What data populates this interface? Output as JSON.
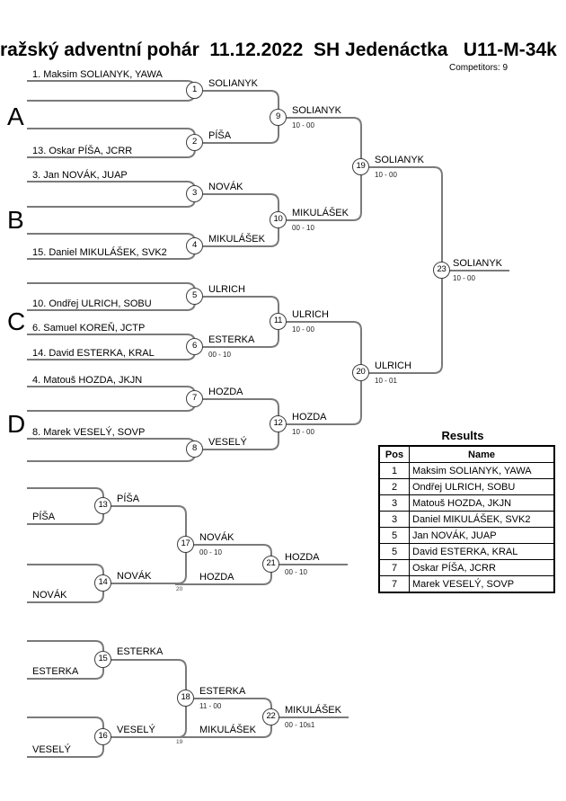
{
  "header": {
    "title": "ražský adventní pohár  11.12.2022  SH Jedenáctka   U11-M-34k",
    "competitors_label": "Competitors: 9"
  },
  "groups": {
    "a": "A",
    "b": "B",
    "c": "C",
    "d": "D"
  },
  "bracket": {
    "seeds": [
      "1. Maksim SOLIANYK, YAWA",
      "13. Oskar PÍŠA, JCRR",
      "3. Jan NOVÁK, JUAP",
      "15. Daniel MIKULÁŠEK, SVK2",
      "10. Ondřej ULRICH, SOBU",
      "6. Samuel KOREŇ, JCTP",
      "14. David ESTERKA, KRAL",
      "4. Matouš HOZDA, JKJN",
      "8. Marek VESELÝ, SOVP"
    ],
    "matches": {
      "m1": {
        "no": "1",
        "winner": "SOLIANYK"
      },
      "m2": {
        "no": "2",
        "winner": "PÍŠA"
      },
      "m3": {
        "no": "3",
        "winner": "NOVÁK"
      },
      "m4": {
        "no": "4",
        "winner": "MIKULÁŠEK"
      },
      "m5": {
        "no": "5",
        "winner": "ULRICH"
      },
      "m6": {
        "no": "6",
        "winner": "ESTERKA",
        "score": "00 - 10"
      },
      "m7": {
        "no": "7",
        "winner": "HOZDA"
      },
      "m8": {
        "no": "8",
        "winner": "VESELÝ"
      },
      "m9": {
        "no": "9",
        "winner": "SOLIANYK",
        "score": "10 - 00"
      },
      "m10": {
        "no": "10",
        "winner": "MIKULÁŠEK",
        "score": "00 - 10"
      },
      "m11": {
        "no": "11",
        "winner": "ULRICH",
        "score": "10 - 00"
      },
      "m12": {
        "no": "12",
        "winner": "HOZDA",
        "score": "10 - 00"
      },
      "m19": {
        "no": "19",
        "winner": "SOLIANYK",
        "score": "10 - 00"
      },
      "m20": {
        "no": "20",
        "winner": "ULRICH",
        "score": "10 - 01"
      },
      "m23": {
        "no": "23",
        "winner": "SOLIANYK",
        "score": "10 - 00"
      }
    }
  },
  "consolation": {
    "b1": {
      "entrants": [
        "PÍŠA",
        "NOVÁK"
      ],
      "m13": {
        "no": "13",
        "winner": "PÍŠA"
      },
      "m14": {
        "no": "14",
        "winner": "NOVÁK"
      },
      "m17": {
        "no": "17",
        "winner": "NOVÁK",
        "score": "00 - 10"
      },
      "feed": {
        "name": "HOZDA",
        "ref": "20"
      },
      "m21": {
        "no": "21",
        "winner": "HOZDA",
        "score": "00 - 10"
      }
    },
    "b2": {
      "entrants": [
        "ESTERKA",
        "VESELÝ"
      ],
      "m15": {
        "no": "15",
        "winner": "ESTERKA"
      },
      "m16": {
        "no": "16",
        "winner": "VESELÝ"
      },
      "m18": {
        "no": "18",
        "winner": "ESTERKA",
        "score": "11 - 00"
      },
      "feed": {
        "name": "MIKULÁŠEK",
        "ref": "19"
      },
      "m22": {
        "no": "22",
        "winner": "MIKULÁŠEK",
        "score": "00 - 10s1"
      }
    }
  },
  "results": {
    "title": "Results",
    "headers": {
      "pos": "Pos",
      "name": "Name"
    },
    "rows": [
      {
        "pos": "1",
        "name": "Maksim SOLIANYK, YAWA"
      },
      {
        "pos": "2",
        "name": "Ondřej ULRICH, SOBU"
      },
      {
        "pos": "3",
        "name": "Matouš HOZDA, JKJN"
      },
      {
        "pos": "3",
        "name": "Daniel MIKULÁŠEK, SVK2"
      },
      {
        "pos": "5",
        "name": "Jan NOVÁK, JUAP"
      },
      {
        "pos": "5",
        "name": "David ESTERKA, KRAL"
      },
      {
        "pos": "7",
        "name": "Oskar PÍŠA, JCRR"
      },
      {
        "pos": "7",
        "name": "Marek VESELÝ, SOVP"
      }
    ]
  }
}
